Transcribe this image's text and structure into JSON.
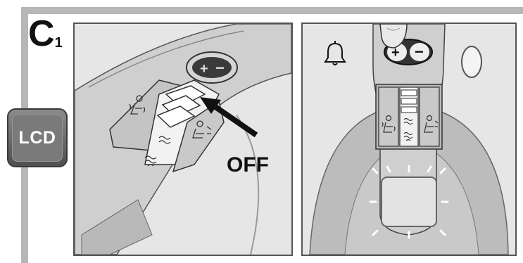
{
  "step": {
    "main": "C",
    "sub": "1"
  },
  "side_button": {
    "label": "LCD"
  },
  "left_panel": {
    "callout": "OFF"
  },
  "right_panel": {
    "bell_icon": "bell-icon"
  },
  "colors": {
    "frame": "#b7b7b7",
    "device": "#cfcfcf",
    "lcd_button": "#6e6e6e"
  }
}
